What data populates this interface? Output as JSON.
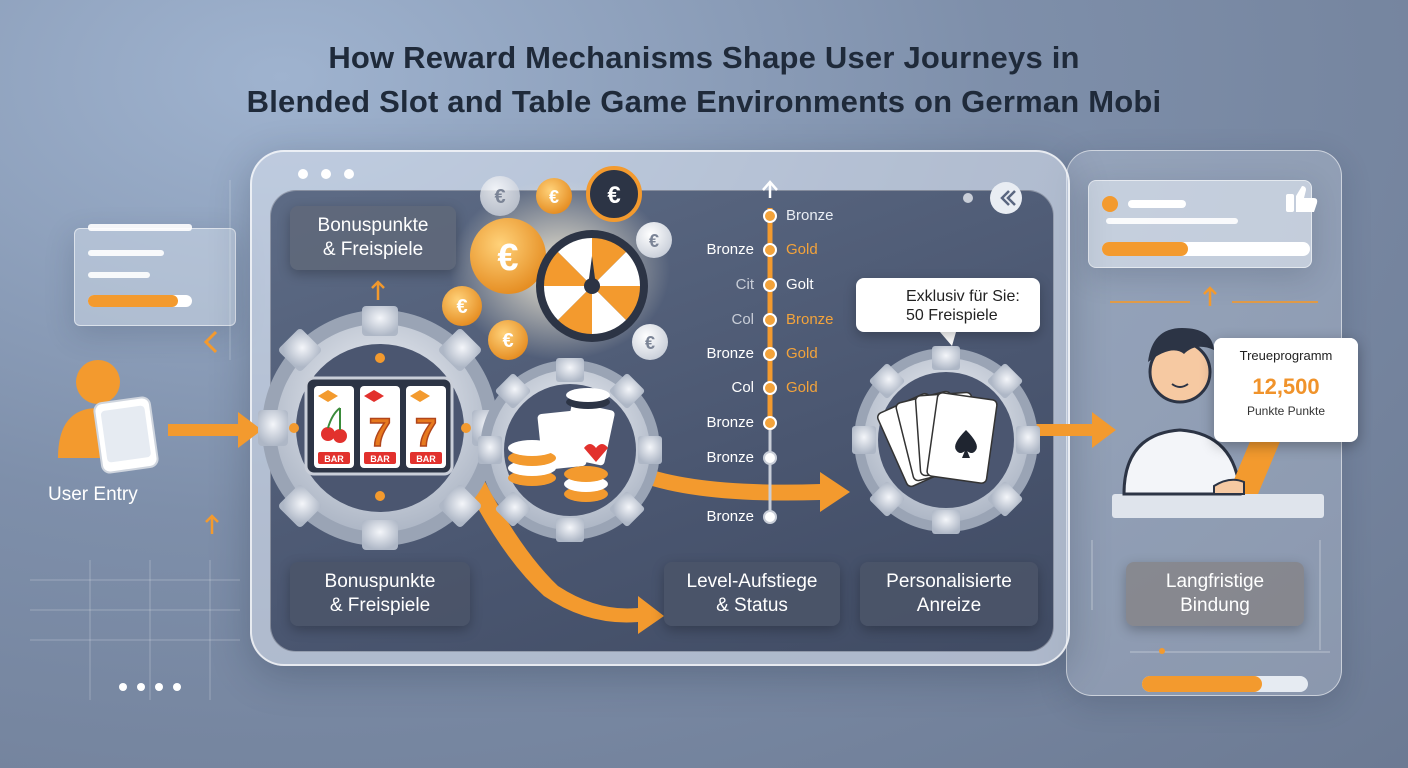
{
  "title": {
    "line1": "How Reward Mechanisms Shape User Journeys in",
    "line2": "Blended Slot and Table Game Environments on German Mobi"
  },
  "stages": {
    "entry": "User Entry",
    "bonus_top": "Bonuspunkte\n& Freispiele",
    "bonus_bottom": "Bonuspunkte\n& Freispiele",
    "level": "Level-Aufstiege\n& Status",
    "personal": "Personalisierte\nAnreize",
    "retention": "Langfristige\nBindung"
  },
  "slot_symbols": {
    "sevens": [
      "7",
      "7"
    ],
    "bars": [
      "BAR",
      "BAR",
      "BAR"
    ]
  },
  "tiers": {
    "left": [
      "Bronze",
      "Cit",
      "Col",
      "Bronze",
      "Col",
      "Bronze",
      "Bronze",
      "Bronze"
    ],
    "right": [
      "Bronze",
      "Gold",
      "Golt",
      "Bronze",
      "Gold",
      "Gold"
    ]
  },
  "offer": {
    "line1": "Exklusiv für Sie:",
    "line2": "50 Freispiele"
  },
  "loyalty": {
    "header": "Treueprogramm",
    "points": "12,500",
    "unit": "Punkte Punkte"
  },
  "icons": [
    "user-phone-icon",
    "slot-machine-icon",
    "euro-coin-icon",
    "prize-wheel-icon",
    "poker-chips-icon",
    "playing-cards-icon",
    "thumbs-up-icon",
    "user-laptop-icon",
    "avatar-icon",
    "back-arrows-icon"
  ],
  "colors": {
    "accent": "#f39a2e",
    "panel": "#4a5670",
    "coin": "#f3a33b"
  }
}
